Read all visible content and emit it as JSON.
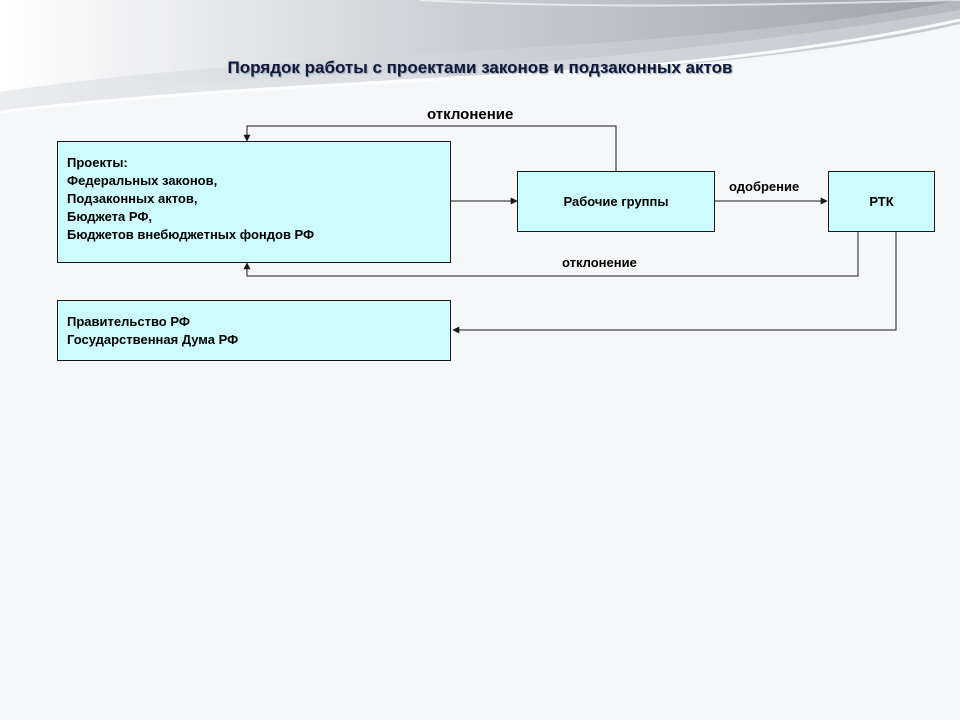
{
  "title": "Порядок работы с проектами законов и подзаконных актов",
  "nodes": {
    "projects": {
      "lines": [
        "Проекты:",
        "Федеральных законов,",
        "Подзаконных актов,",
        "Бюджета РФ,",
        "Бюджетов внебюджетных фондов РФ"
      ]
    },
    "working_groups": {
      "label": "Рабочие группы"
    },
    "rtk": {
      "label": "РТК"
    },
    "government": {
      "lines": [
        "Правительство РФ",
        "Государственная Дума РФ"
      ]
    }
  },
  "edges": {
    "rejection_top": {
      "label": "отклонение"
    },
    "approval": {
      "label": "одобрение"
    },
    "rejection_bottom": {
      "label": "отклонение"
    }
  },
  "colors": {
    "box_fill": "#ccfcfe",
    "stroke": "#1a1a1a"
  }
}
